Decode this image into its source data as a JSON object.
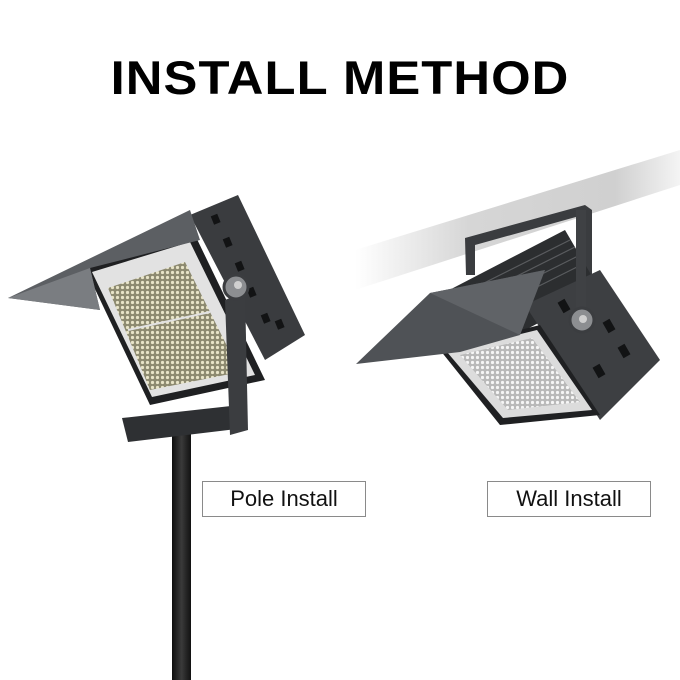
{
  "title": "INSTALL METHOD",
  "labels": {
    "pole": "Pole Install",
    "wall": "Wall Install"
  },
  "products": [
    {
      "name": "pole-mounted floodlight",
      "mount": "pole"
    },
    {
      "name": "wall-mounted floodlight",
      "mount": "wall"
    }
  ],
  "colors": {
    "background": "#ffffff",
    "housing": "#3d3f42",
    "visor": "#55585c",
    "led_panel": "#c9c5a8",
    "wall": "#d9d9d9",
    "pole": "#1c1c1c"
  }
}
